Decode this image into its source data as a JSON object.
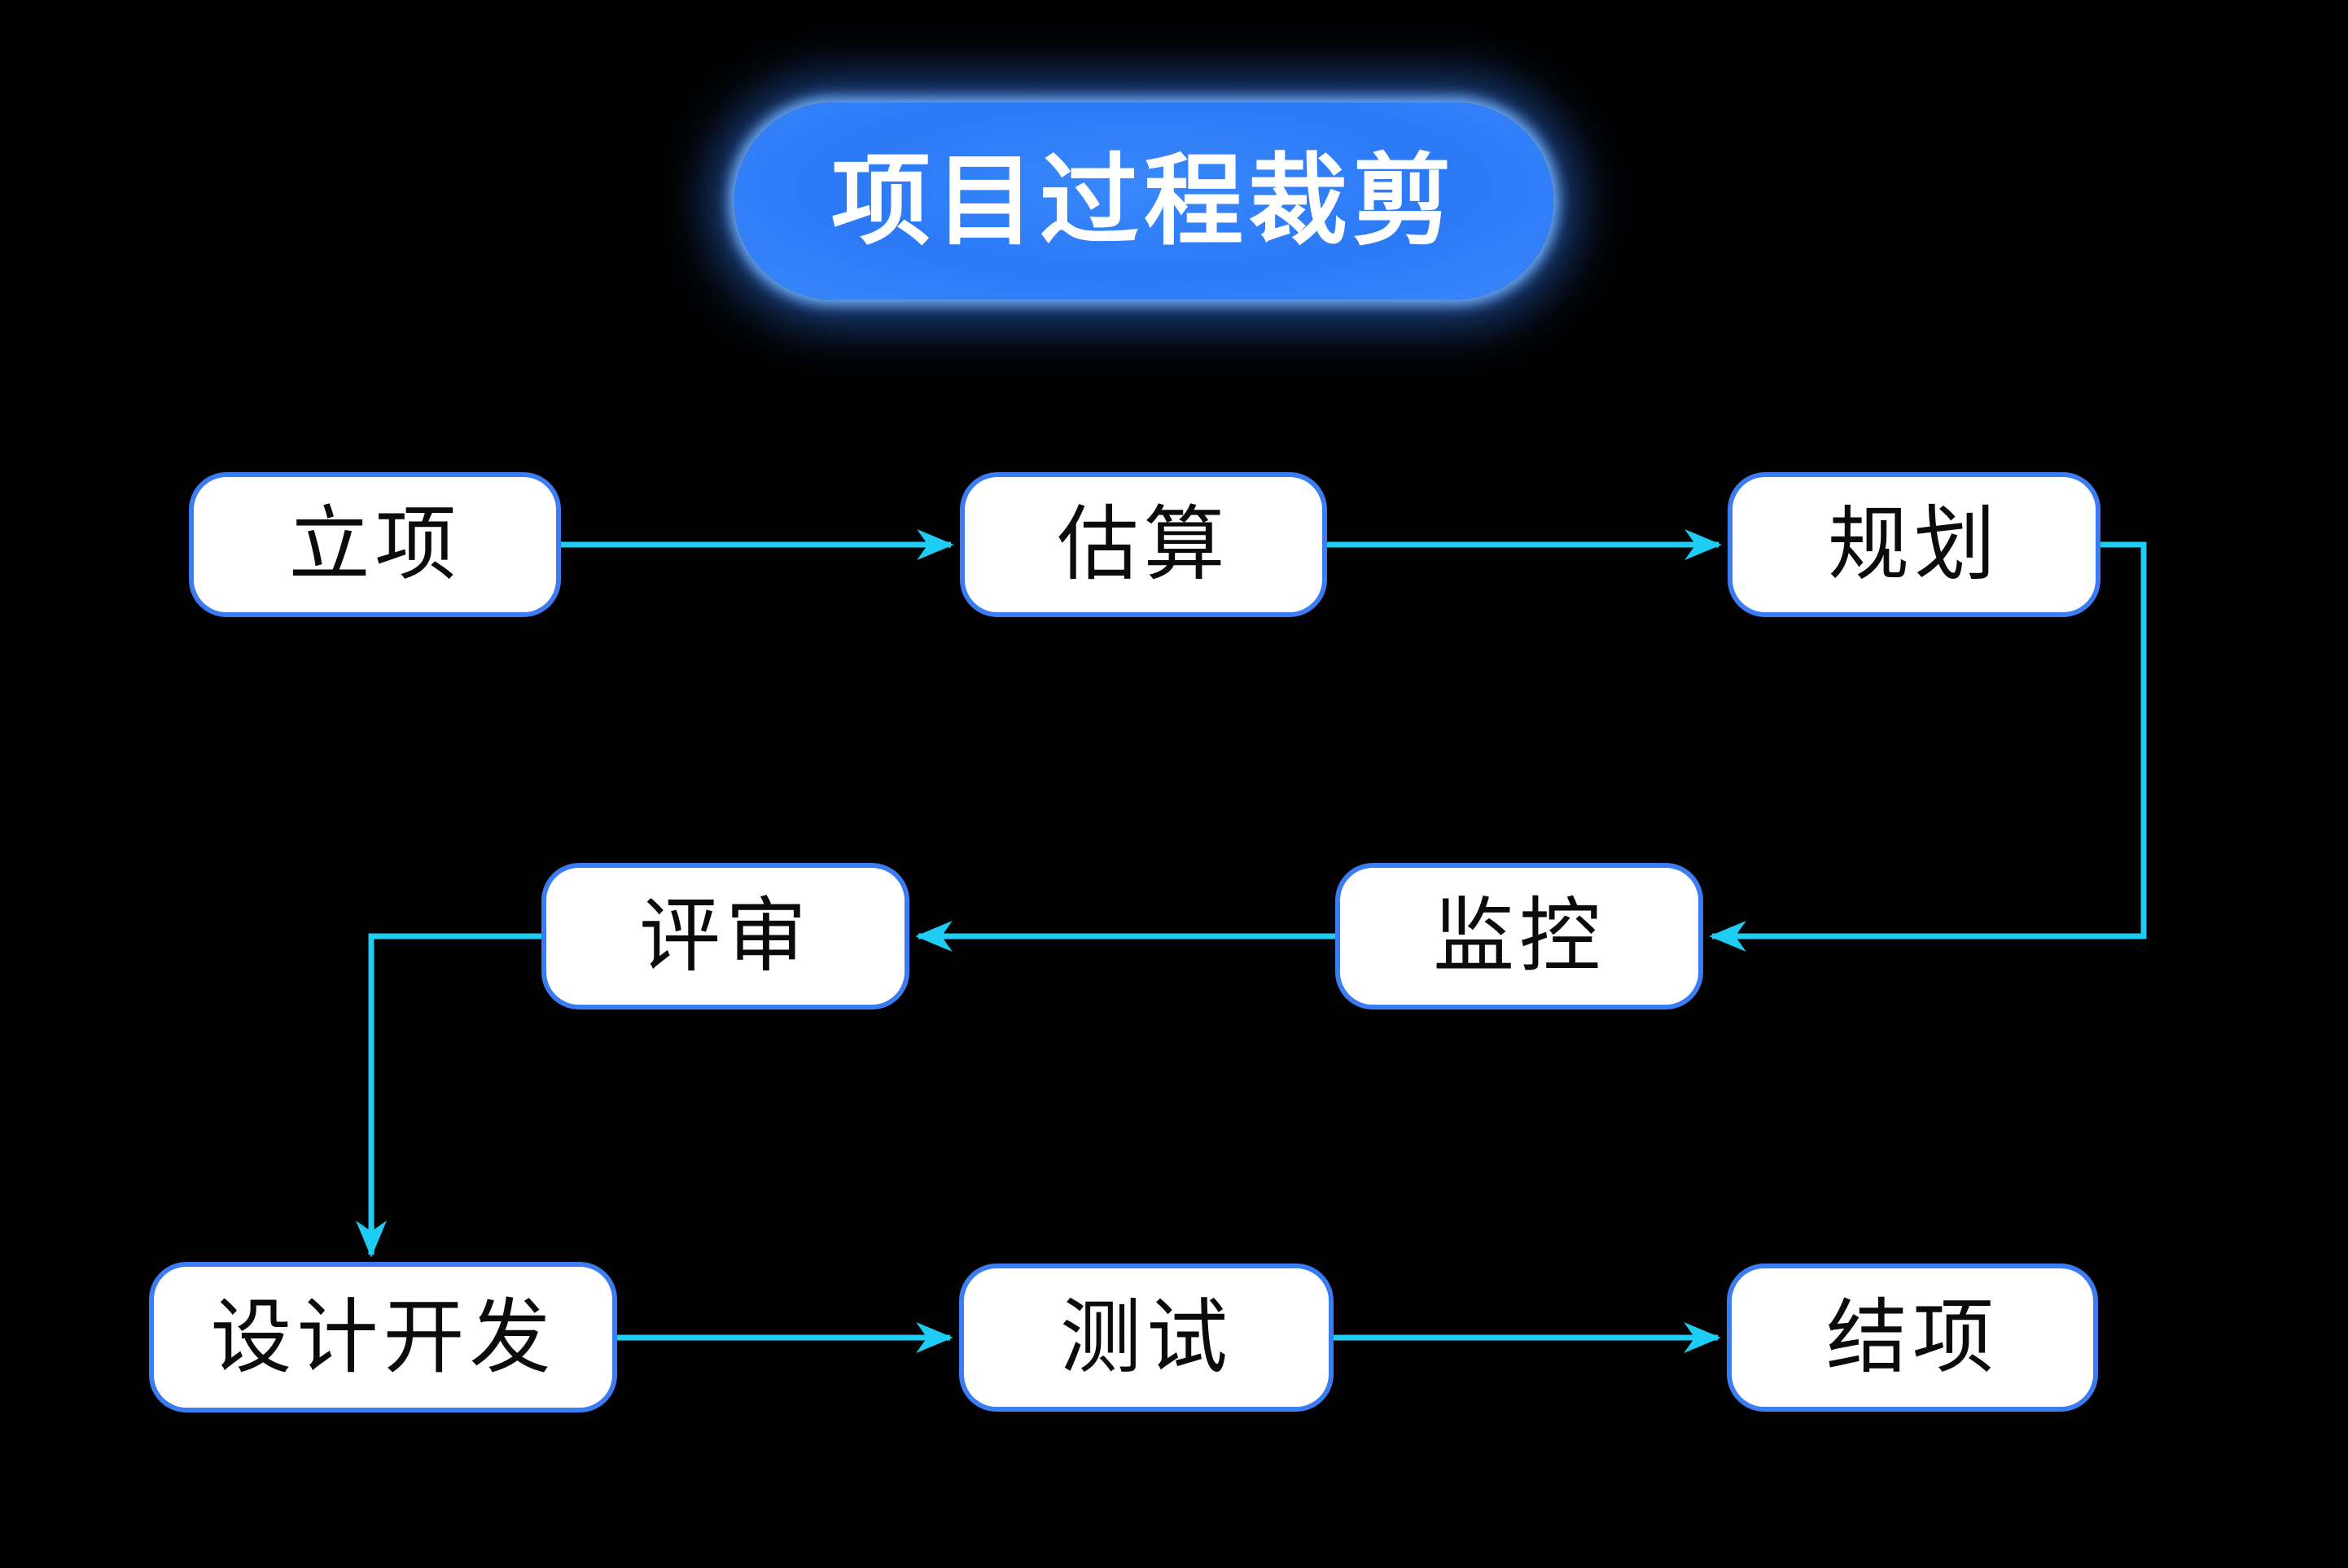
{
  "title": {
    "label": "项目过程裁剪"
  },
  "colors": {
    "background": "#000000",
    "title_pill": "#2e7cf7",
    "title_glow": "#5aa0ff",
    "title_text": "#ffffff",
    "node_fill": "#ffffff",
    "node_border": "#3b7cf3",
    "node_text": "#0b0b0b",
    "arrow": "#1ecdf4"
  },
  "nodes": [
    {
      "id": "initiation",
      "label": "立项"
    },
    {
      "id": "estimation",
      "label": "估算"
    },
    {
      "id": "planning",
      "label": "规划"
    },
    {
      "id": "monitoring",
      "label": "监控"
    },
    {
      "id": "review",
      "label": "评审"
    },
    {
      "id": "design",
      "label": "设计开发"
    },
    {
      "id": "testing",
      "label": "测试"
    },
    {
      "id": "closure",
      "label": "结项"
    }
  ],
  "edges": [
    {
      "from": "立项",
      "to": "估算"
    },
    {
      "from": "估算",
      "to": "规划"
    },
    {
      "from": "规划",
      "to": "监控"
    },
    {
      "from": "监控",
      "to": "评审"
    },
    {
      "from": "评审",
      "to": "设计开发"
    },
    {
      "from": "设计开发",
      "to": "测试"
    },
    {
      "from": "测试",
      "to": "结项"
    }
  ]
}
